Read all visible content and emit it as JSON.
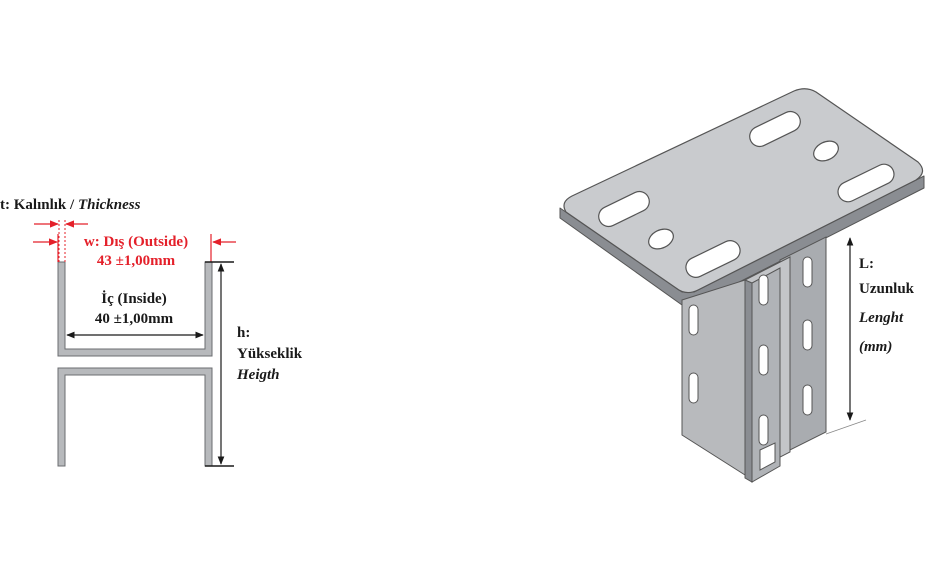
{
  "thickness": {
    "prefix": "t: Kalınlık / ",
    "english": "Thickness"
  },
  "outside": {
    "label": "w: Dış (Outside)",
    "value": "43 ±1,00mm",
    "color": "#e4202a"
  },
  "inside": {
    "label": "İç (Inside)",
    "value": "40 ±1,00mm"
  },
  "height": {
    "label": "h:",
    "turkish": "Yükseklik",
    "english": "Heigth"
  },
  "length": {
    "label": "L:",
    "turkish": "Uzunluk",
    "english": "Lenght",
    "unit": "(mm)"
  },
  "colors": {
    "profile": "#b7b9bc",
    "profile_stroke": "#555555",
    "metal_light": "#c9cbce",
    "metal_mid": "#a9acb0",
    "metal_dark": "#8a8d92",
    "dimension": "#1a1a1a"
  }
}
